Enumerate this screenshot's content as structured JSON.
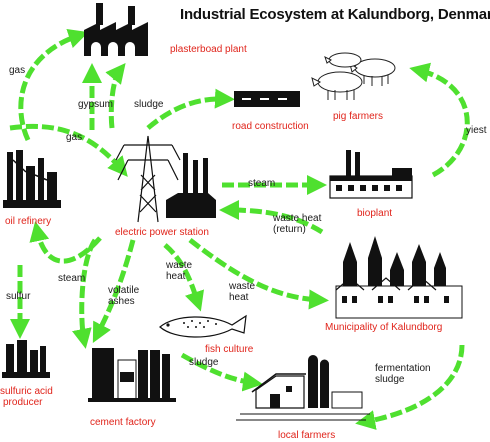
{
  "title": "Industrial Ecosystem at Kalundborg, Denmark",
  "colors": {
    "arrow": "#4fe02f",
    "node_label": "#e0241b",
    "flow_label": "#1a1a1a"
  },
  "nodes": {
    "plasterboard": "plasterboad plant",
    "road": "road construction",
    "pig": "pig farmers",
    "refinery": "oil refinery",
    "power": "electric power station",
    "bioplant": "bioplant",
    "municipality": "Municipality of Kalundborg",
    "fish": "fish culture",
    "sulfuric_line1": "sulfuric acid",
    "sulfuric_line2": "producer",
    "cement": "cement factory",
    "farmers": "local farmers"
  },
  "flows": {
    "gas_top": "gas",
    "gas_mid": "gas",
    "gypsum": "gypsum",
    "sludge_road": "sludge",
    "yiest": "yiest",
    "steam_bio": "steam",
    "waste_heat_return_1": "waste heat",
    "waste_heat_return_2": "(return)",
    "steam_refinery": "steam",
    "volatile_1": "volatile",
    "volatile_2": "ashes",
    "waste_heat_fish_1": "waste",
    "waste_heat_fish_2": "heat",
    "waste_heat_muni_1": "waste",
    "waste_heat_muni_2": "heat",
    "sulfur": "sulfur",
    "sludge_farm": "sludge",
    "fermentation_1": "fermentation",
    "fermentation_2": "sludge"
  }
}
